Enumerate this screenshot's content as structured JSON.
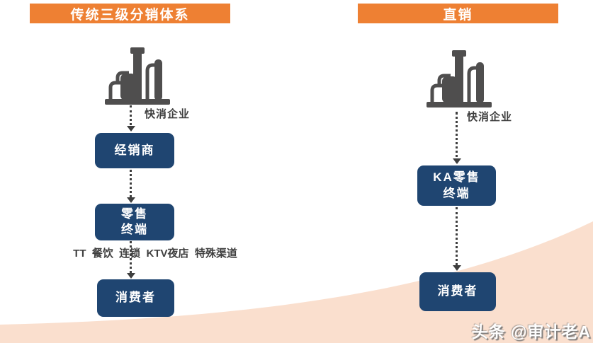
{
  "colors": {
    "header_bg": "#EE8033",
    "node_bg": "#1F4571",
    "icon_gray": "#4F4E4E",
    "text_gray": "#3F3F3F",
    "swoosh_peach": "#FADFCE",
    "node_text": "#FFFFFF"
  },
  "left_flow": {
    "header": "传统三级分销体系",
    "source_label": "快消企业",
    "node1_label": "经销商",
    "node2_line1": "零售",
    "node2_line2": "终端",
    "channels_note": "TT  餐饮  连锁  KTV夜店  特殊渠道",
    "node3_label": "消费者"
  },
  "right_flow": {
    "header": "直销",
    "source_label": "快消企业",
    "node1_line1": "KA零售",
    "node1_line2": "终端",
    "node2_label": "消费者"
  },
  "watermark": "头条 @审计老A"
}
